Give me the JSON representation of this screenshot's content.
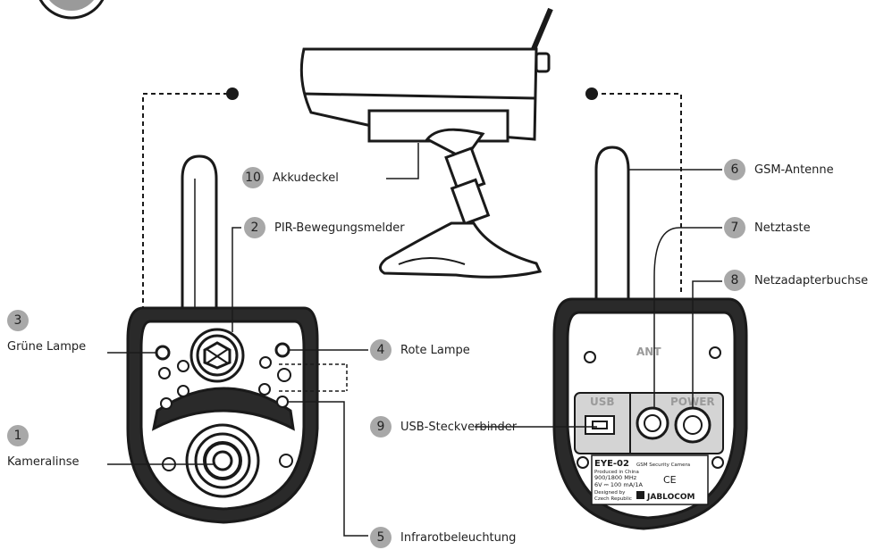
{
  "callouts": [
    {
      "num": "1",
      "label": "Kameralinse"
    },
    {
      "num": "2",
      "label": "PIR-Bewegungsmelder"
    },
    {
      "num": "3",
      "label": "Grüne Lampe"
    },
    {
      "num": "4",
      "label": "Rote Lampe"
    },
    {
      "num": "5",
      "label": "Infrarotbeleuchtung"
    },
    {
      "num": "6",
      "label": "GSM-Antenne"
    },
    {
      "num": "7",
      "label": "Netztaste"
    },
    {
      "num": "8",
      "label": "Netzadapterbuchse"
    },
    {
      "num": "9",
      "label": "USB-Steckverbinder"
    },
    {
      "num": "10",
      "label": "Akkudeckel"
    }
  ],
  "device_print": {
    "ant": "ANT",
    "usb": "USB",
    "power": "POWER",
    "model": "EYE-02",
    "model_desc": "GSM Security Camera",
    "made_in": "Produced in China",
    "bands": "900/1800 MHz",
    "power_rating": "6V ⎓ 100 mA/1A",
    "designed_by": "Designed by",
    "designed_in": "Czech Republic",
    "ce_mark": "CE",
    "brand": "JABLOCOM"
  },
  "colors": {
    "line": "#1a1a1a",
    "badge": "#a8a8a8",
    "panel": "#d4d4d4"
  }
}
